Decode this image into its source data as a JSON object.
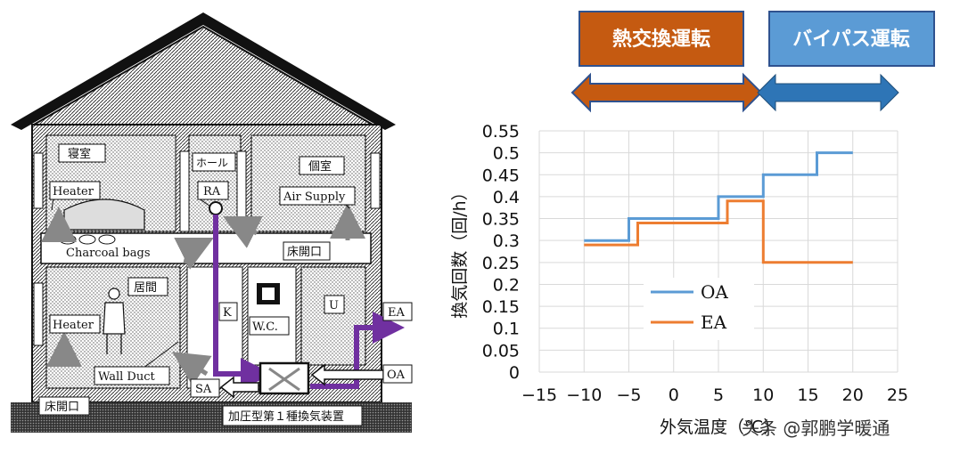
{
  "house": {
    "labels": {
      "bedroom": "寝室",
      "hall": "ホール",
      "private_room": "個室",
      "heater_upper": "Heater",
      "ra": "RA",
      "air_supply": "Air Supply",
      "charcoal_bags": "Charcoal bags",
      "floor_opening_upper": "床開口",
      "living": "居間",
      "k": "K",
      "wc": "W.C.",
      "u": "U",
      "ea": "EA",
      "heater_lower": "Heater",
      "wall_duct": "Wall Duct",
      "oa": "OA",
      "sa": "SA",
      "floor_opening_lower": "床開口",
      "device": "加圧型第１種換気装置"
    }
  },
  "modes": {
    "heat_exchange": {
      "label": "熱交換運転",
      "color": "#c55a11"
    },
    "bypass": {
      "label": "バイパス運転",
      "color": "#5b9bd5"
    }
  },
  "chart_data": {
    "type": "line",
    "title": "",
    "xlabel": "外気温度（℃）",
    "ylabel": "換気回数（回/h）",
    "xlim": [
      -15,
      25
    ],
    "ylim": [
      0,
      0.55
    ],
    "x_ticks": [
      "−15",
      "−10",
      "−5",
      "0",
      "5",
      "10",
      "15",
      "20",
      "25"
    ],
    "y_ticks": [
      "0",
      "0.05",
      "0.1",
      "0.15",
      "0.2",
      "0.25",
      "0.3",
      "0.35",
      "0.4",
      "0.45",
      "0.5",
      "0.55"
    ],
    "grid": true,
    "legend_position": "center",
    "series": [
      {
        "name": "OA",
        "color": "#5b9bd5",
        "x": [
          -10,
          -5,
          -5,
          5,
          5,
          10,
          10,
          16,
          16,
          20
        ],
        "y": [
          0.3,
          0.3,
          0.35,
          0.35,
          0.4,
          0.4,
          0.45,
          0.45,
          0.5,
          0.5
        ]
      },
      {
        "name": "EA",
        "color": "#ed7d31",
        "x": [
          -10,
          -4,
          -4,
          6,
          6,
          10,
          10,
          20
        ],
        "y": [
          0.29,
          0.29,
          0.34,
          0.34,
          0.39,
          0.39,
          0.25,
          0.25
        ]
      }
    ]
  },
  "watermark": "头条 @郭鹏学暖通"
}
